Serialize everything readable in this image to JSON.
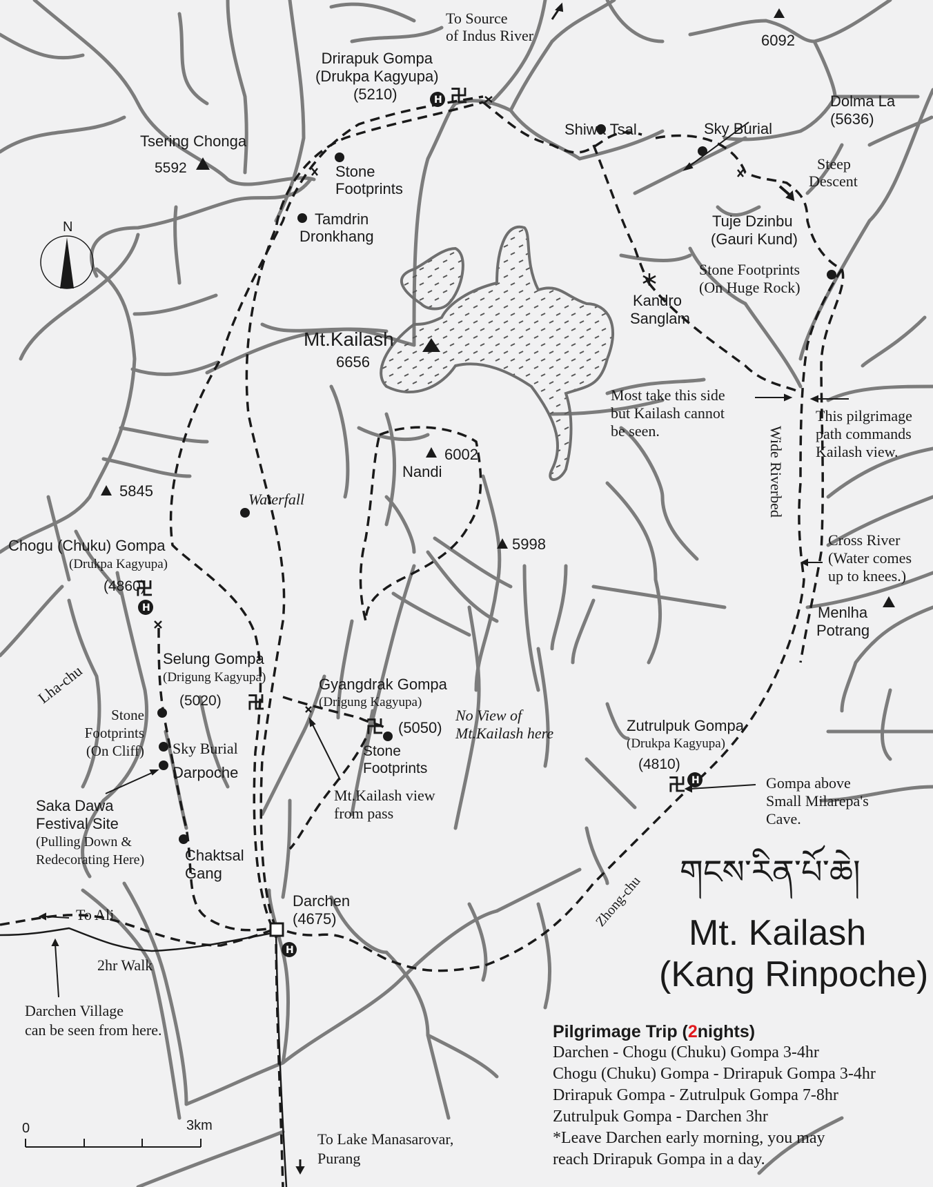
{
  "map": {
    "title": "Mt. Kailash",
    "subtitle": "(Kang Rinpoche)",
    "tibetan_title": "གངས་རིན་པོ་ཆེ།",
    "compass": {
      "label": "N",
      "icon": "north-arrow-icon"
    },
    "scale_bar": {
      "start": "0",
      "end": "3km",
      "ticks": 4
    },
    "legend_colors": {
      "ink": "#1a1a1a",
      "paper": "#f1f1f2",
      "highlight": "#e0191e",
      "river": "#8a8a8a"
    }
  },
  "places": {
    "drirapuk": {
      "name": "Drirapuk Gompa",
      "sect": "(Drukpa Kagyupa)",
      "elev": "(5210)"
    },
    "tsering_chonga": {
      "name": "Tsering Chonga",
      "elev": "5592"
    },
    "stone_footprints_n": {
      "name": "Stone",
      "name2": "Footprints"
    },
    "tamdrin": {
      "name": "Tamdrin",
      "name2": "Dronkhang"
    },
    "shiwa_tsal": {
      "name": "Shiwa Tsal"
    },
    "sky_burial_n": {
      "name": "Sky Burial"
    },
    "dolma_la": {
      "name": "Dolma La",
      "elev": "(5636)"
    },
    "steep_descent": {
      "line1": "Steep",
      "line2": "Descent"
    },
    "tuje_dzinbu": {
      "name": "Tuje Dzinbu",
      "alt": "(Gauri Kund)"
    },
    "stone_footprints_rock": {
      "line1": "Stone Footprints",
      "line2": "(On Huge Rock)"
    },
    "kandro_sanglam": {
      "name": "Kandro",
      "name2": "Sanglam"
    },
    "peak_6092": {
      "elev": "6092"
    },
    "source_indus": {
      "line1": "To Source",
      "line2": "of Indus River"
    },
    "kailash": {
      "name": "Mt.Kailash",
      "elev": "6656"
    },
    "nandi": {
      "name": "Nandi",
      "elev": "6002"
    },
    "peak_5998": {
      "elev": "5998"
    },
    "peak_5845": {
      "elev": "5845"
    },
    "waterfall": {
      "name": "Waterfall"
    },
    "chogu": {
      "name": "Chogu (Chuku) Gompa",
      "sect": "(Drukpa Kagyupa)",
      "elev": "(4860)"
    },
    "lha_chu": {
      "name": "Lha-chu"
    },
    "selung": {
      "name": "Selung Gompa",
      "sect": "(Drigung Kagyupa)",
      "elev": "(5020)"
    },
    "stone_footprints_cliff": {
      "line1": "Stone",
      "line2": "Footprints",
      "line3": "(On Cliff)"
    },
    "sky_burial_s": {
      "name": "Sky Burial"
    },
    "darpoche": {
      "name": "Darpoche"
    },
    "saka_dawa": {
      "line1": "Saka Dawa",
      "line2": "Festival Site",
      "line3": "(Pulling Down &",
      "line4": "Redecorating Here)"
    },
    "chaktsal": {
      "name": "Chaktsal",
      "name2": "Gang"
    },
    "gyangdrak": {
      "name": "Gyangdrak Gompa",
      "sect": "(Drigung Kagyupa)",
      "elev": "(5050)"
    },
    "stone_footprints_gy": {
      "line1": "Stone",
      "line2": "Footprints"
    },
    "no_view": {
      "line1": "No View of",
      "line2": "Mt.Kailash here"
    },
    "view_pass": {
      "line1": "Mt.Kailash view",
      "line2": "from pass"
    },
    "most_take": {
      "line1": "Most take this side",
      "line2": "but Kailash cannot",
      "line3": "be seen."
    },
    "this_path": {
      "line1": "This pilgrimage",
      "line2": "path commands",
      "line3": "Kailash view."
    },
    "wide_riverbed": {
      "name": "Wide Riverbed"
    },
    "cross_river": {
      "line1": "Cross River",
      "line2": "(Water comes",
      "line3": "up to knees.)"
    },
    "menlha": {
      "name": "Menlha",
      "name2": "Potrang"
    },
    "zutrulpuk": {
      "name": "Zutrulpuk Gompa",
      "sect": "(Drukpa Kagyupa)",
      "elev": "(4810)"
    },
    "gompa_above": {
      "line1": "Gompa above",
      "line2": "Small Milarepa's",
      "line3": "Cave."
    },
    "zhong_chu": {
      "name": "Zhong-chu"
    },
    "darchen": {
      "name": "Darchen",
      "elev": "(4675)"
    },
    "to_ali": {
      "name": "To Ali"
    },
    "two_hr": {
      "name": "2hr Walk"
    },
    "darchen_village": {
      "line1": "Darchen Village",
      "line2": "can be seen from here."
    },
    "manasarovar": {
      "line1": "To Lake Manasarovar,",
      "line2": "Purang"
    }
  },
  "trip": {
    "heading_pre": "Pilgrimage Trip (",
    "nights": "2",
    "heading_post": "nights)",
    "legs": [
      "Darchen - Chogu (Chuku) Gompa 3-4hr",
      "Chogu (Chuku) Gompa - Drirapuk Gompa 3-4hr",
      "Drirapuk Gompa - Zutrulpuk Gompa 7-8hr",
      "Zutrulpuk Gompa - Darchen 3hr"
    ],
    "note1": "*Leave Darchen early morning, you may",
    "note2": "reach Drirapuk Gompa in a day."
  }
}
